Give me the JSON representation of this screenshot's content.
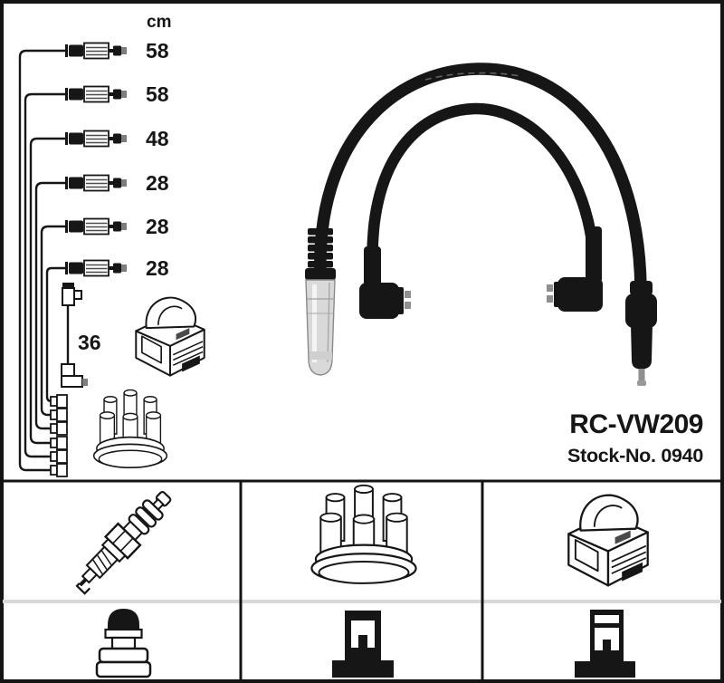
{
  "product": {
    "model": "RC-VW209",
    "stock_number_label": "Stock-No. 0940"
  },
  "schematic": {
    "unit_header": "cm",
    "cables": [
      {
        "length": "58"
      },
      {
        "length": "58"
      },
      {
        "length": "48"
      },
      {
        "length": "28"
      },
      {
        "length": "28"
      },
      {
        "length": "28"
      }
    ],
    "coil_wire_length": "36"
  },
  "legend": {
    "top_row_icons": [
      "spark-plug",
      "distributor-cap",
      "ignition-coil"
    ],
    "bottom_row_icons": [
      "spark-plug-boot-connector",
      "distributor-side-connector",
      "coil-side-connector"
    ]
  },
  "colors": {
    "ink": "#161616",
    "divider_gray": "#d8d8d8",
    "metal_silver": "#d9d9d9",
    "background": "#ffffff"
  }
}
